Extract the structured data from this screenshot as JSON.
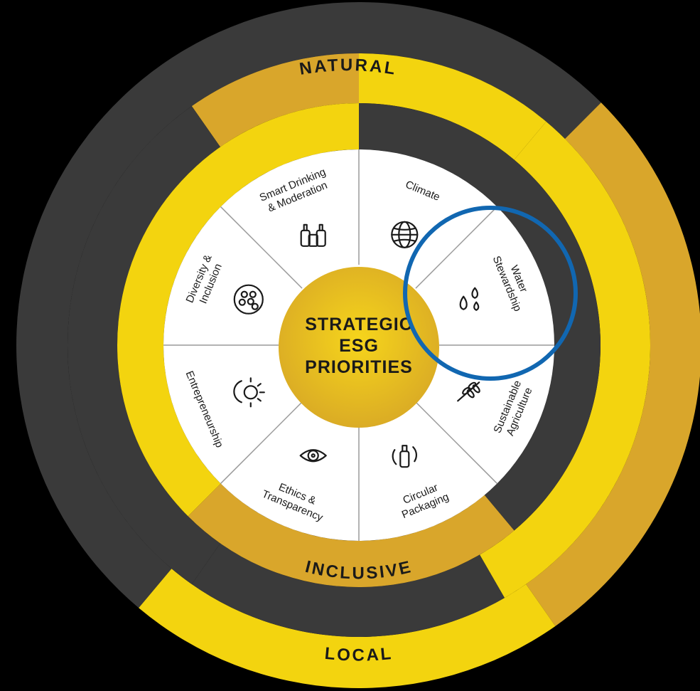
{
  "colors": {
    "background": "#000000",
    "yellow": "#f3d40f",
    "gold": "#d9a62b",
    "dark_ring": "#3a3a3a",
    "panel": "#ffffff",
    "highlight_circle": "#1167b1"
  },
  "rings": {
    "outer_top": "NATURAL",
    "middle_bottom": "INCLUSIVE",
    "outer_bottom": "LOCAL"
  },
  "center": {
    "line1": "STRATEGIC",
    "line2": "ESG",
    "line3": "PRIORITIES"
  },
  "segments": [
    {
      "line1": "Smart Drinking",
      "line2": "& Moderation",
      "icon": "bottles-icon"
    },
    {
      "line1": "Climate",
      "line2": "",
      "icon": "globe-icon"
    },
    {
      "line1": "Water",
      "line2": "Stewardship",
      "icon": "water-drops-icon"
    },
    {
      "line1": "Sustainable",
      "line2": "Agriculture",
      "icon": "wheat-icon"
    },
    {
      "line1": "Circular",
      "line2": "Packaging",
      "icon": "recycle-bottle-icon"
    },
    {
      "line1": "Ethics &",
      "line2": "Transparency",
      "icon": "eye-icon"
    },
    {
      "line1": "Entrepreneurship",
      "line2": "",
      "icon": "sunrise-icon"
    },
    {
      "line1": "Diversity &",
      "line2": "Inclusion",
      "icon": "people-group-icon"
    }
  ]
}
